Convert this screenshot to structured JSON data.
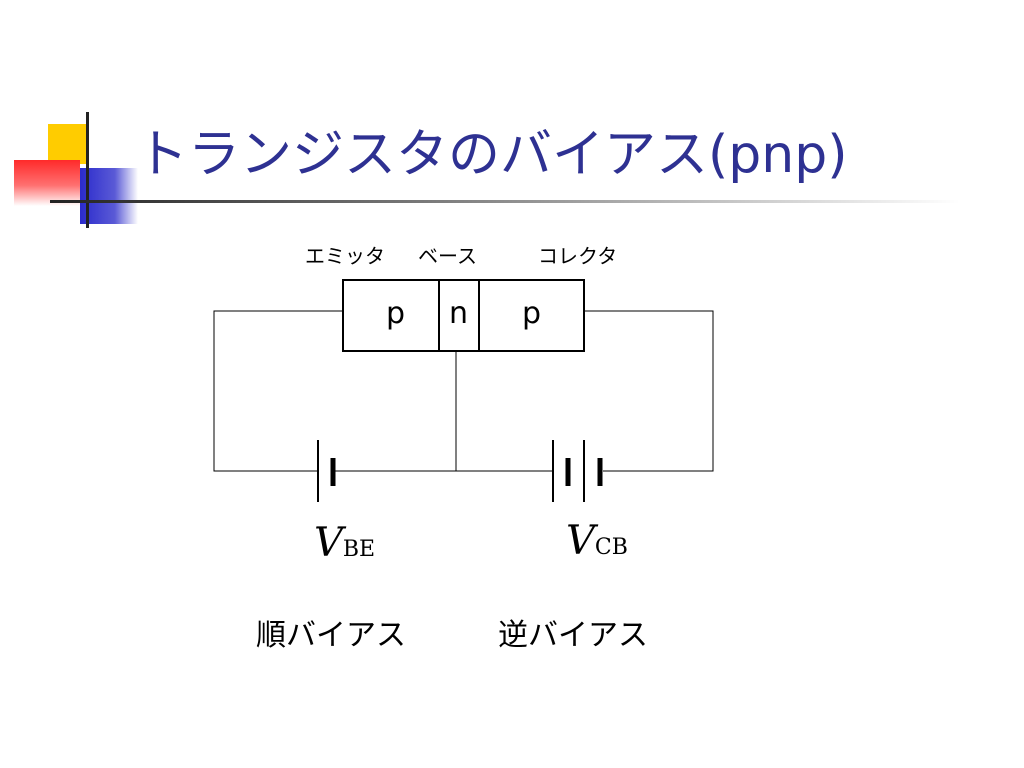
{
  "slide": {
    "title": "トランジスタのバイアス(pnp)",
    "accent_colors": {
      "title": "#2e3192",
      "yellow": "#ffcc00",
      "red": "#ff3333",
      "blue": "#3333cc"
    }
  },
  "diagram": {
    "regions": {
      "emitter_label": "エミッタ",
      "base_label": "ベース",
      "collector_label": "コレクタ"
    },
    "layers": [
      "p",
      "n",
      "p"
    ],
    "sources": [
      {
        "symbol": "V",
        "subscript": "BE",
        "bias": "順バイアス",
        "cells": 1
      },
      {
        "symbol": "V",
        "subscript": "CB",
        "bias": "逆バイアス",
        "cells": 2
      }
    ]
  }
}
